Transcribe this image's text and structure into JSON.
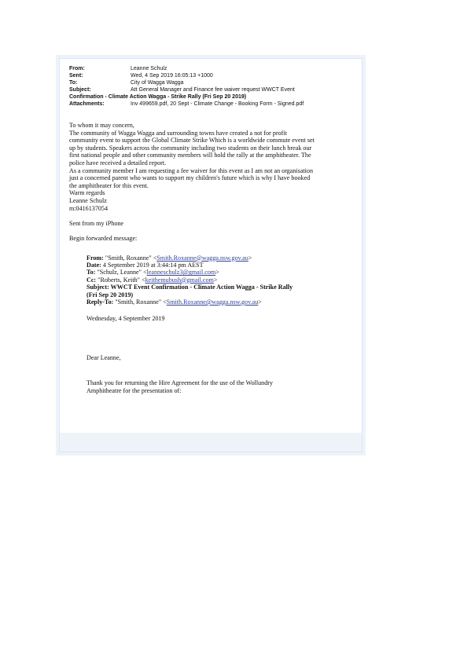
{
  "headers": [
    {
      "key": "From:",
      "value": "Leanne Schulz"
    },
    {
      "key": "Sent:",
      "value": "Wed, 4 Sep 2019 16:05:13 +1000"
    },
    {
      "key": "To:",
      "value": "City of Wagga Wagga"
    },
    {
      "key": "Subject:",
      "value": "Att General Manager and Finance fee waiver request WWCT Event"
    }
  ],
  "subject_continuation": "Confirmation - Climate Action Wagga - Strike Rally (Fri Sep 20 2019)",
  "attachments": {
    "key": "Attachments:",
    "value": "Inv 499659.pdf, 20 Sept - Climate Change - Booking Form - Signed.pdf"
  },
  "body": {
    "greeting": "To whom it may concern,",
    "para1": [
      "The community of Wagga Wagga and surrounding towns have created a not for profit",
      "community event to support the Global Climate Strike Which is a worldwide commute event set",
      "up by students. Speakers across the community including two students on their lunch break our",
      "first national people and other community members will hold the rally at the amphitheater. The",
      "police have received a detailed report."
    ],
    "para2": [
      "As a community member I am requesting a fee waiver for this event as I am not an organisation",
      "just a concerned parent who wants to support my children's future which is why I have booked",
      "the amphitheater for this event."
    ],
    "signoff": [
      "Warm regards",
      "Leanne Schulz",
      "m:0416137054"
    ],
    "sent_from": "Sent from my iPhone",
    "begin_forwarded": "Begin forwarded message:"
  },
  "forwarded": {
    "from_key": "From:",
    "from_name": "\"Smith, Roxanne\" <",
    "from_email": "Smith.Roxanne@wagga.nsw.gov.au",
    "date_key": "Date:",
    "date_value": "4 September 2019 at 3:44:14 pm AEST",
    "to_key": "To:",
    "to_name": "\"Schulz, Leanne\" <",
    "to_email": "leanneschulz3@gmail.com",
    "cc_key": "Cc:",
    "cc_name": "\"Roberts, Keith\" <",
    "cc_email": "keithemubush@gmail.com",
    "subject_key": "Subject:",
    "subject_line1": "WWCT Event Confirmation - Climate Action Wagga - Strike Rally",
    "subject_line2": "(Fri Sep 20 2019)",
    "replyto_key": "Reply-To:",
    "replyto_name": "\"Smith, Roxanne\" <",
    "replyto_email": "Smith.Roxanne@wagga.nsw.gov.au",
    "close_bracket": ">",
    "date_line": "Wednesday, 4 September 2019",
    "dear": "Dear Leanne,",
    "thanks1": "Thank you for returning the Hire Agreement for the use of the Wollundry",
    "thanks2": "Amphitheatre for the presentation of:"
  }
}
